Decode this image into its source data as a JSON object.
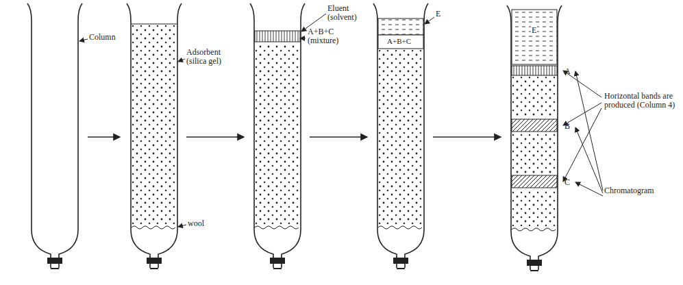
{
  "diagram": {
    "labels": [
      "Column",
      "Adsorbent (silica gel)",
      "wool",
      "Eluent (solvent)",
      "A+B+C (mixture)",
      "E",
      "A+B+C",
      "E",
      "A",
      "B",
      "C",
      "Horizontal bands are produced (Column 4)",
      "Chromatogram"
    ]
  }
}
